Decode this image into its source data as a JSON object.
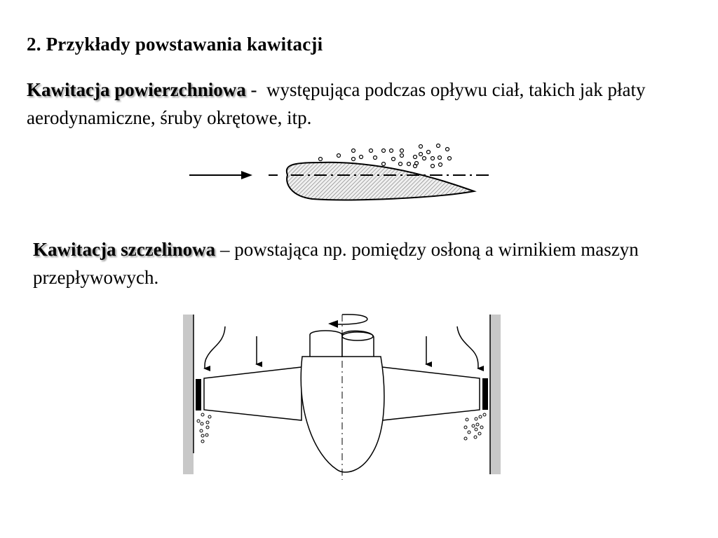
{
  "heading": {
    "number": "2.",
    "text": "2. Przykłady powstawania kawitacji"
  },
  "section1": {
    "term": "Kawitacja  powierzchniowa",
    "separator": " -  ",
    "description": "występująca podczas opływu ciał, takich jak płaty aerodynamiczne, śruby okrętowe, itp.",
    "figure": {
      "name": "airfoil-surface-cavitation",
      "elements": [
        "flow-arrow",
        "airfoil-hatched",
        "chord-line-dash-dot",
        "cavitation-bubbles"
      ]
    }
  },
  "section2": {
    "term": "Kawitacja szczelinowa",
    "separator": " – ",
    "description": "powstająca np. pomiędzy osłoną a wirnikiem maszyn przepływowych.",
    "figure": {
      "name": "rotor-gap-cavitation",
      "elements": [
        "casing-walls",
        "rotor-hub",
        "shaft",
        "rotation-arrow",
        "blades",
        "tip-seals",
        "flow-arrows",
        "cavitation-bubbles"
      ]
    }
  },
  "colors": {
    "text": "#000000",
    "wall": "#c8c8c8",
    "shadow": "#9a9a9a",
    "hatch_fill": "#d8d8d8"
  }
}
